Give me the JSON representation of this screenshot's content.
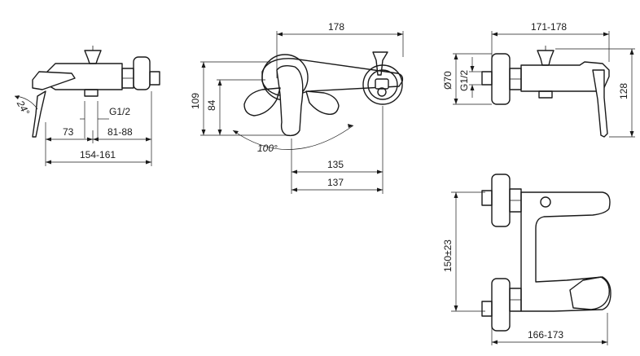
{
  "views": {
    "side_left": {
      "angle_label": "24°",
      "thread_label": "G1/2",
      "dim_a": "73",
      "dim_b": "81-88",
      "dim_total": "154-161"
    },
    "front": {
      "width_label": "178",
      "height_outer": "109",
      "height_inner": "84",
      "angle_label": "100°",
      "dim_spout_a": "135",
      "dim_spout_b": "137"
    },
    "side_right": {
      "width_label": "171-178",
      "diameter_label": "Ø70",
      "thread_label": "G1/2",
      "height_label": "128"
    },
    "top": {
      "center_label": "150±23",
      "width_label": "166-173"
    }
  }
}
